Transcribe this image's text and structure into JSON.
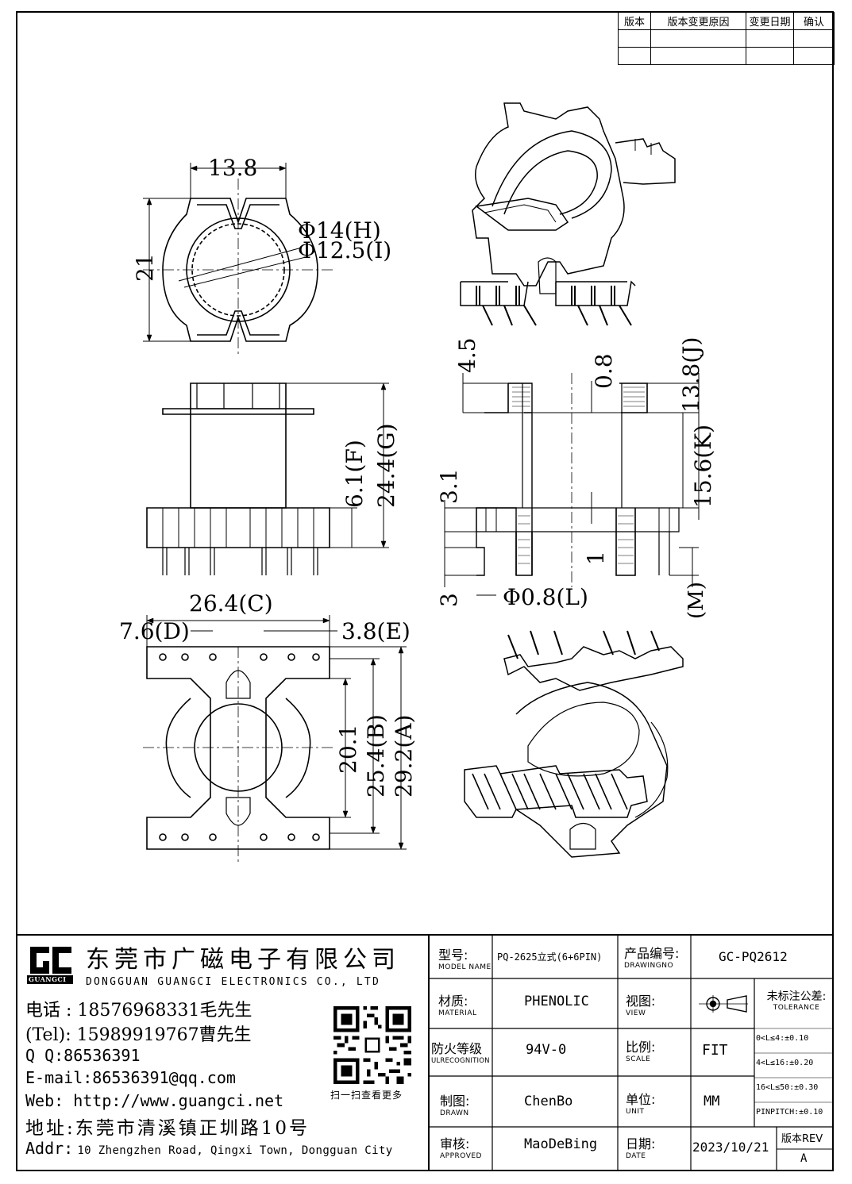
{
  "revision_table": {
    "headers": [
      "版本",
      "版本变更原因",
      "变更日期",
      "确认"
    ]
  },
  "dimensions": {
    "top_width": "13.8",
    "top_height": "21",
    "dia_h": "Φ14(H)",
    "dia_i": "Φ12.5(I)",
    "dim_f": "6.1(F)",
    "dim_g": "24.4(G)",
    "dim_c": "26.4(C)",
    "dim_d": "7.6(D)",
    "dim_e": "3.8(E)",
    "dim_b": "25.4(B)",
    "dim_a": "29.2(A)",
    "dim_201": "20.1",
    "dim_45": "4.5",
    "dim_08": "0.8",
    "dim_j": "13.8(J)",
    "dim_k": "15.6(K)",
    "dim_31": "3.1",
    "dim_1": "1",
    "dim_3": "3",
    "dim_l": "Φ0.8(L)",
    "dim_m": "(M)"
  },
  "company": {
    "logo_text": "GUANGCI",
    "name_cn": "东莞市广磁电子有限公司",
    "name_en": "DONGGUAN GUANGCI ELECTRONICS CO., LTD",
    "phone": "电话 : 18576968331毛先生",
    "tel": "(Tel): 15989919767曹先生",
    "qq": "Q Q:86536391",
    "email": "E-mail:86536391@qq.com",
    "web": "Web: http://www.guangci.net",
    "address_cn": "地址:东莞市清溪镇正圳路10号",
    "address_en_label": "Addr:",
    "address_en": "10 Zhengzhen Road, Qingxi Town, Dongguan City",
    "qr_caption": "扫一扫查看更多"
  },
  "title_block": {
    "model_label": "型号:",
    "model_label_en": "MODEL NAME",
    "model_value": "PQ-2625立式(6+6PIN)",
    "product_no_label": "产品编号:",
    "product_no_label_en": "DRAWINGNO",
    "product_no_value": "GC-PQ2612",
    "material_label": "材质:",
    "material_label_en": "MATERIAL",
    "material_value": "PHENOLIC",
    "view_label": "视图:",
    "view_label_en": "VIEW",
    "tolerance_label": "未标注公差:",
    "tolerance_label_en": "TOLERANCE",
    "tolerance_rows": [
      "0<L≤4:±0.10",
      "4<L≤16:±0.20",
      "16<L≤50:±0.30",
      "PINPITCH:±0.10"
    ],
    "fire_label": "防火等级",
    "fire_label_en": "ULRECOGNITION",
    "fire_value": "94V-0",
    "scale_label": "比例:",
    "scale_label_en": "SCALE",
    "scale_value": "FIT",
    "drawn_label": "制图:",
    "drawn_label_en": "DRAWN",
    "drawn_value": "ChenBo",
    "unit_label": "单位:",
    "unit_label_en": "UNIT",
    "unit_value": "MM",
    "approved_label": "审核:",
    "approved_label_en": "APPROVED",
    "approved_value": "MaoDeBing",
    "date_label": "日期:",
    "date_label_en": "DATE",
    "date_value": "2023/10/21",
    "rev_label": "版本REV",
    "rev_value": "A"
  }
}
